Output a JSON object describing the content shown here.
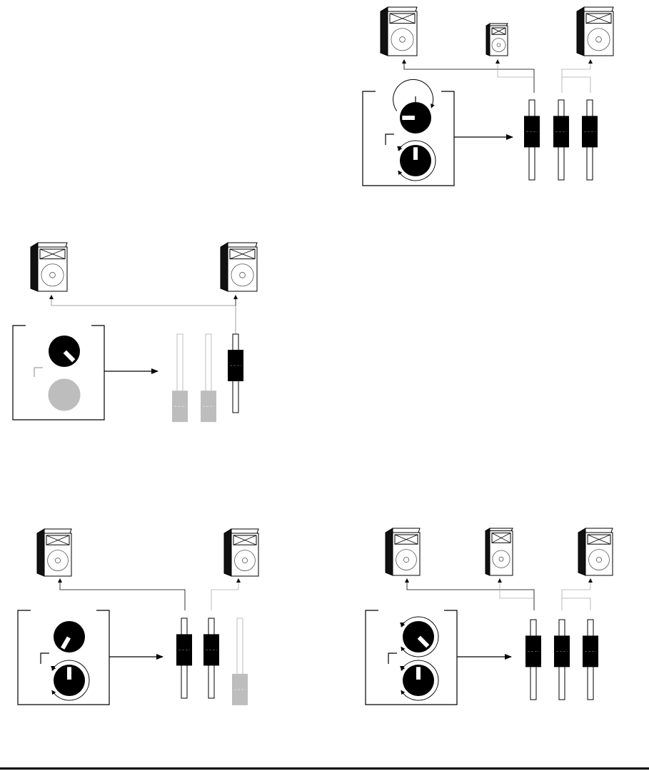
{
  "colors": {
    "ink": "#000000",
    "paper": "#ffffff",
    "muted": "#bdbdbd",
    "speaker_side": "#111111"
  },
  "icons": {
    "speaker": "speaker-cabinet-icon",
    "knob": "rotary-knob-icon",
    "fader": "channel-fader-icon",
    "arrow": "arrow-right-icon"
  },
  "diagrams": [
    {
      "id": "top-right",
      "speakers": [
        {
          "role": "left",
          "size": "large"
        },
        {
          "role": "center",
          "size": "small"
        },
        {
          "role": "right",
          "size": "large"
        }
      ],
      "knobs": [
        {
          "pointer_angle_deg": -90,
          "state": "active",
          "sweep": "partial"
        },
        {
          "pointer_angle_deg": 0,
          "state": "active",
          "sweep": "full"
        }
      ],
      "faders": [
        {
          "cap_position": "high",
          "state": "active"
        },
        {
          "cap_position": "high",
          "state": "active"
        },
        {
          "cap_position": "high",
          "state": "active"
        }
      ]
    },
    {
      "id": "middle-left",
      "speakers": [
        {
          "role": "left",
          "size": "large"
        },
        {
          "role": "right",
          "size": "large"
        }
      ],
      "knobs": [
        {
          "pointer_angle_deg": 135,
          "state": "active",
          "sweep": "none"
        },
        {
          "pointer_angle_deg": 0,
          "state": "disabled",
          "sweep": "none"
        }
      ],
      "faders": [
        {
          "cap_position": "low",
          "state": "disabled"
        },
        {
          "cap_position": "low",
          "state": "disabled"
        },
        {
          "cap_position": "high",
          "state": "active"
        }
      ]
    },
    {
      "id": "bottom-left",
      "speakers": [
        {
          "role": "left",
          "size": "large"
        },
        {
          "role": "right",
          "size": "large"
        }
      ],
      "knobs": [
        {
          "pointer_angle_deg": -150,
          "state": "active",
          "sweep": "none"
        },
        {
          "pointer_angle_deg": 0,
          "state": "active",
          "sweep": "full"
        }
      ],
      "faders": [
        {
          "cap_position": "high",
          "state": "active"
        },
        {
          "cap_position": "high",
          "state": "active"
        },
        {
          "cap_position": "low",
          "state": "disabled"
        }
      ]
    },
    {
      "id": "bottom-right",
      "speakers": [
        {
          "role": "left",
          "size": "large"
        },
        {
          "role": "center",
          "size": "large"
        },
        {
          "role": "right",
          "size": "large"
        }
      ],
      "knobs": [
        {
          "pointer_angle_deg": 135,
          "state": "active",
          "sweep": "full"
        },
        {
          "pointer_angle_deg": 0,
          "state": "active",
          "sweep": "full"
        }
      ],
      "faders": [
        {
          "cap_position": "high",
          "state": "active"
        },
        {
          "cap_position": "high",
          "state": "active"
        },
        {
          "cap_position": "high",
          "state": "active"
        }
      ]
    }
  ]
}
